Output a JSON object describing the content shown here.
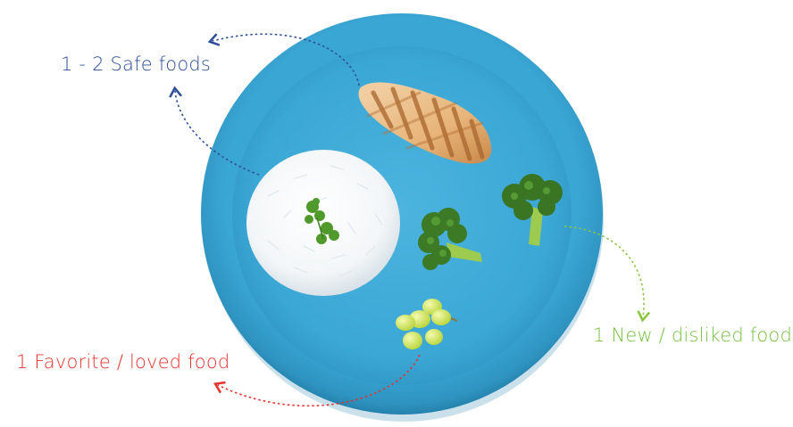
{
  "colors": {
    "background": "#ffffff",
    "plate": "#3aa6d4",
    "safe": "#2d4e99",
    "new": "#78c043",
    "favorite": "#e8322c"
  },
  "labels": {
    "safe_foods": "1 - 2 Safe foods",
    "new_disliked": "1 New / disliked food",
    "favorite_loved": "1 Favorite / loved food"
  },
  "foods": {
    "safe": [
      "chicken-breast",
      "rice"
    ],
    "new": "broccoli",
    "favorite": "grapes"
  }
}
